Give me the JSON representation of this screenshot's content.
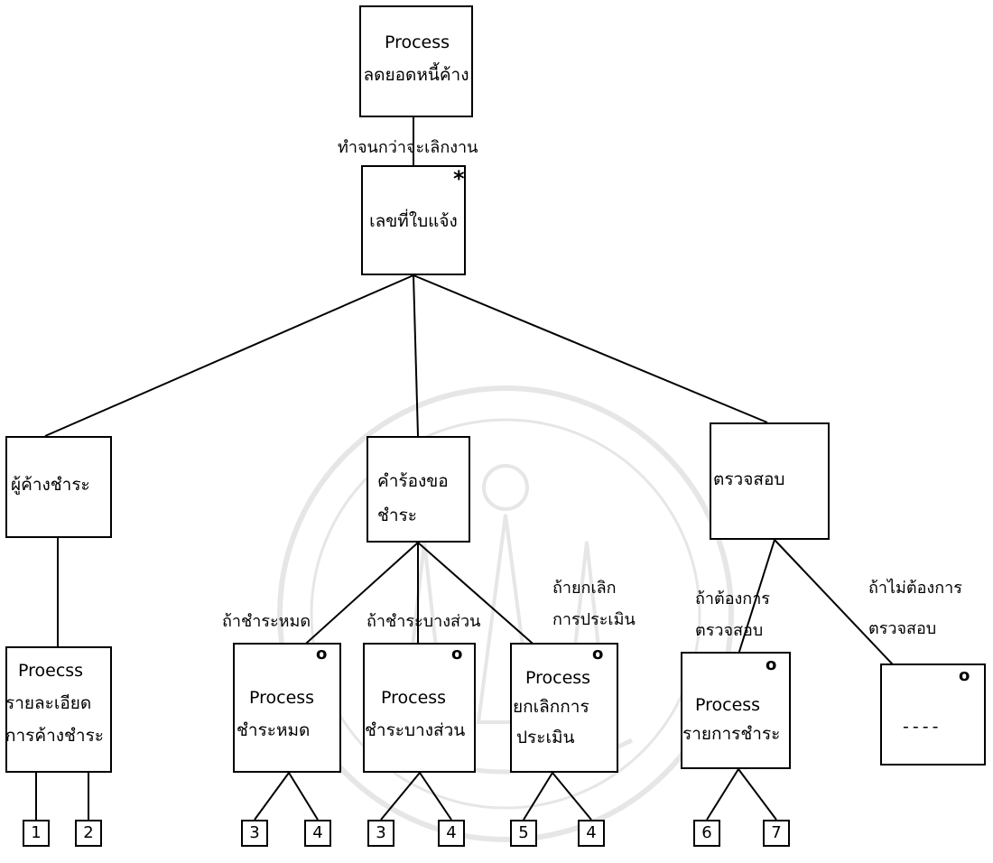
{
  "root": {
    "line1": "Process",
    "line2": "ลดยอดหนี้ค้าง"
  },
  "root_edge_label": "ทำจนกว่าจะเลิกงาน",
  "iteration": {
    "marker": "*",
    "label": "เลขที่ใบแจ้ง"
  },
  "branches": {
    "debtor": {
      "label": "ผู้ค้างชำระ"
    },
    "request": {
      "line1": "คำร้องขอ",
      "line2": "ชำระ"
    },
    "check": {
      "label": "ตรวจสอบ"
    }
  },
  "debtor_detail": {
    "line1": "Proecss",
    "line2": "รายละเอียด",
    "line3": "การค้างชำระ"
  },
  "conditions": {
    "full": "ถ้าชำระหมด",
    "partial": "ถ้าชำระบางส่วน",
    "cancel_1": "ถ้ายกเลิก",
    "cancel_2": "การประเมิน",
    "want_1": "ถ้าต้องการ",
    "want_2": "ตรวจสอบ",
    "not_want_1": "ถ้าไม่ต้องการ",
    "not_want_2": "ตรวจสอบ"
  },
  "selections": {
    "marker": "o",
    "full": {
      "line1": "Process",
      "line2": "ชำระหมด"
    },
    "partial": {
      "line1": "Process",
      "line2": "ชำระบางส่วน"
    },
    "cancel": {
      "line1": "Process",
      "line2": "ยกเลิกการ",
      "line3": "ประเมิน"
    },
    "items": {
      "line1": "Process",
      "line2": "รายการชำระ"
    },
    "none": {
      "label": "----"
    }
  },
  "leaves": [
    "1",
    "2",
    "3",
    "4",
    "3",
    "4",
    "5",
    "4",
    "6",
    "7"
  ]
}
